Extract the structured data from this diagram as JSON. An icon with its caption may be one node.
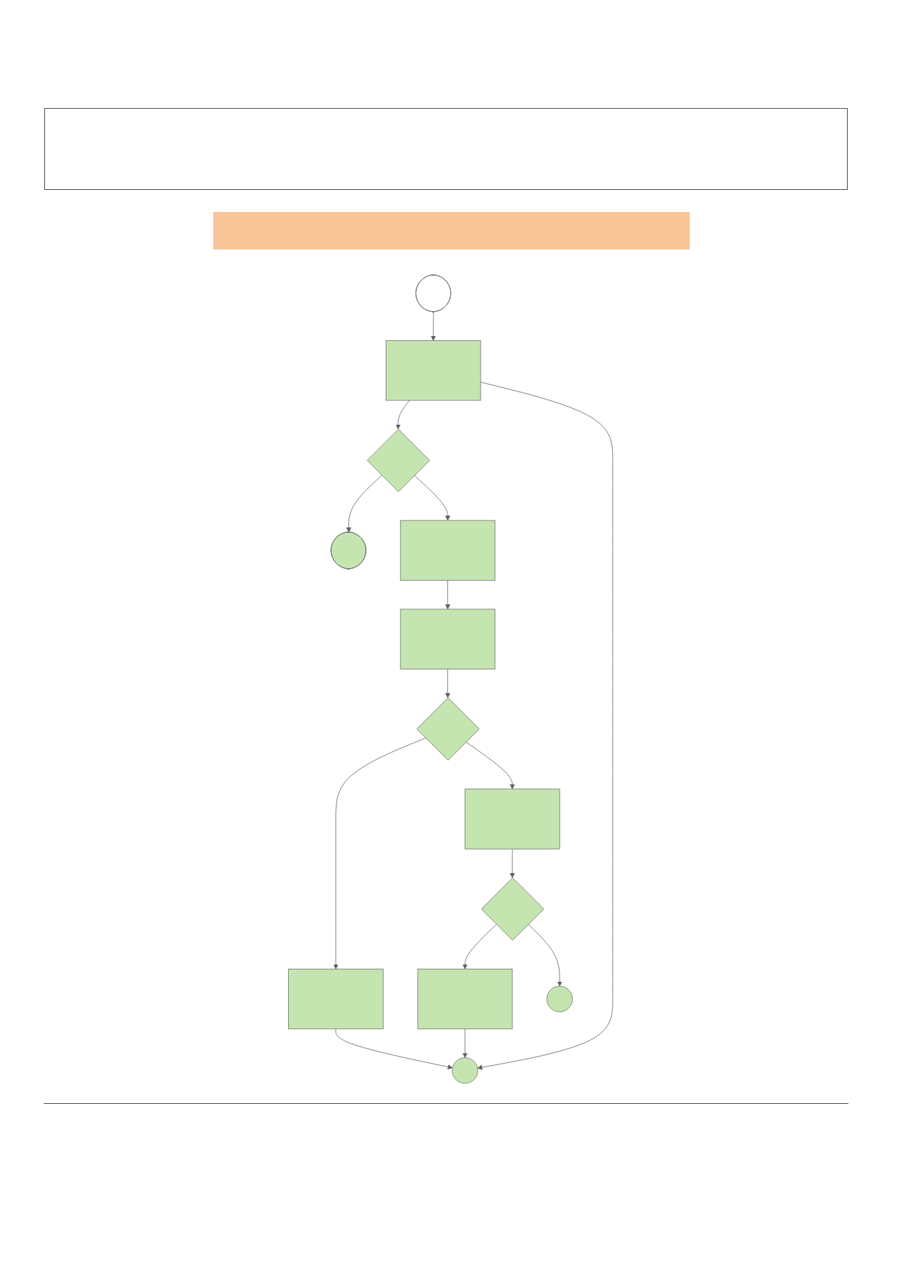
{
  "diagram": {
    "nodes": [
      {
        "text": [],
        "shape": "bar"
      },
      {
        "text": [],
        "shape": "terminal"
      },
      {
        "text": [],
        "shape": "box"
      },
      {
        "text": [],
        "shape": "diamond"
      },
      {
        "text": [],
        "shape": "terminal"
      },
      {
        "text": [],
        "shape": "box"
      },
      {
        "text": [],
        "shape": "box"
      },
      {
        "text": [],
        "shape": "diamond"
      },
      {
        "text": [],
        "shape": "box"
      },
      {
        "text": [],
        "shape": "box"
      },
      {
        "text": [],
        "shape": "diamond"
      },
      {
        "text": [],
        "shape": "box"
      },
      {
        "text": [],
        "shape": "circle"
      },
      {
        "text": [],
        "shape": "circle"
      }
    ],
    "edges": [
      {
        "from": 1,
        "to": 2,
        "arrow": "to"
      },
      {
        "from": 2,
        "to": 3,
        "arrow": "to"
      },
      {
        "from": 3,
        "to": 4,
        "arrow": "to"
      },
      {
        "from": 3,
        "to": 5,
        "arrow": "to"
      },
      {
        "from": 5,
        "to": 6,
        "arrow": "to"
      },
      {
        "from": 6,
        "to": 7,
        "arrow": "to"
      },
      {
        "from": 7,
        "to": 8,
        "arrow": "to"
      },
      {
        "from": 7,
        "to": 9,
        "arrow": "to"
      },
      {
        "from": 9,
        "to": 10,
        "arrow": "to"
      },
      {
        "from": 10,
        "to": 11,
        "arrow": "to"
      },
      {
        "from": 10,
        "to": 12,
        "arrow": "to"
      },
      {
        "from": 2,
        "to": 13,
        "arrow": "to"
      },
      {
        "from": 8,
        "to": 13,
        "arrow": "to"
      },
      {
        "from": 11,
        "to": 13,
        "arrow": "to"
      }
    ]
  }
}
